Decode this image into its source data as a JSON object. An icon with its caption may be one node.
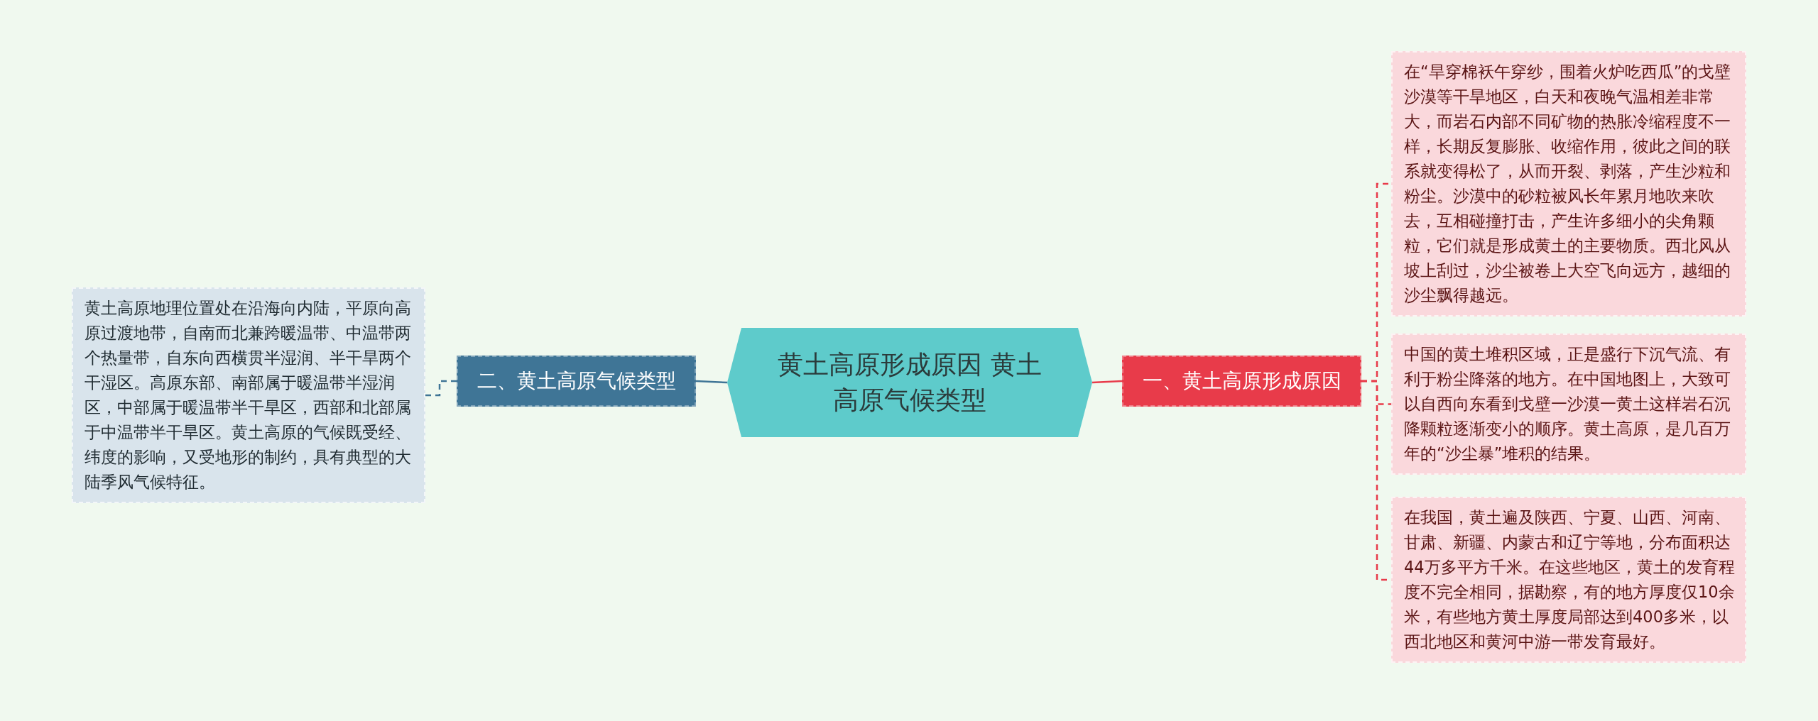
{
  "diagram": {
    "nodes": [
      {
        "text": [
          "黄土高原形成原因 黄土高原气候类型"
        ]
      },
      {
        "text": [
          "一、黄土高原形成原因"
        ]
      },
      {
        "text": [
          "在“旱穿棉袄午穿纱，围着火炉吃西瓜”的戈壁沙漠等干旱地区，白天和夜晚气温相差非常大，而岩石内部不同矿物的热胀冷缩程度不一样，长期反复膨胀、收缩作用，彼此之间的联系就变得松了，从而开裂、剥落，产生沙粒和粉尘。沙漠中的砂粒被风长年累月地吹来吹去，互相碰撞打击，产生许多细小的尖角颗粒，它们就是形成黄土的主要物质。西北风从坡上刮过，沙尘被卷上大空飞向远方，越细的沙尘飘得越远。"
        ]
      },
      {
        "text": [
          "中国的黄土堆积区域，正是盛行下沉气流、有利于粉尘降落的地方。在中国地图上，大致可以自西向东看到戈壁一沙漠一黄土这样岩石沉降颗粒逐渐变小的顺序。黄土高原，是几百万年的“沙尘暴”堆积的结果。"
        ]
      },
      {
        "text": [
          "在我国，黄土遍及陕西、宁夏、山西、河南、甘肃、新疆、内蒙古和辽宁等地，分布面积达44万多平方千米。在这些地区，黄土的发育程度不完全相同，据勘察，有的地方厚度仅10余米，有些地方黄土厚度局部达到400多米，以西北地区和黄河中游一带发育最好。"
        ]
      },
      {
        "text": [
          "二、黄土高原气候类型"
        ]
      },
      {
        "text": [
          "黄土高原地理位置处在沿海向内陆，平原向高原过渡地带，自南而北兼跨暖温带、中温带两个热量带，自东向西横贯半湿润、半干旱两个干湿区。高原东部、南部属于暖温带半湿润区，中部属于暖温带半干旱区，西部和北部属于中温带半干旱区。黄土高原的气候既受经、纬度的影响，又受地形的制约，具有典型的大陆季风气候特征。"
        ]
      }
    ],
    "edges": [
      {
        "from": 0,
        "to": 1,
        "arrow": "none",
        "color": "#e83b4a"
      },
      {
        "from": 1,
        "to": 2,
        "arrow": "none",
        "style": "dashed",
        "color": "#e83b4a"
      },
      {
        "from": 1,
        "to": 3,
        "arrow": "none",
        "style": "dashed",
        "color": "#e83b4a"
      },
      {
        "from": 1,
        "to": 4,
        "arrow": "none",
        "style": "dashed",
        "color": "#e83b4a"
      },
      {
        "from": 0,
        "to": 5,
        "arrow": "none",
        "color": "#3f7596"
      },
      {
        "from": 5,
        "to": 6,
        "arrow": "none",
        "style": "dashed",
        "color": "#3f7596"
      }
    ]
  }
}
